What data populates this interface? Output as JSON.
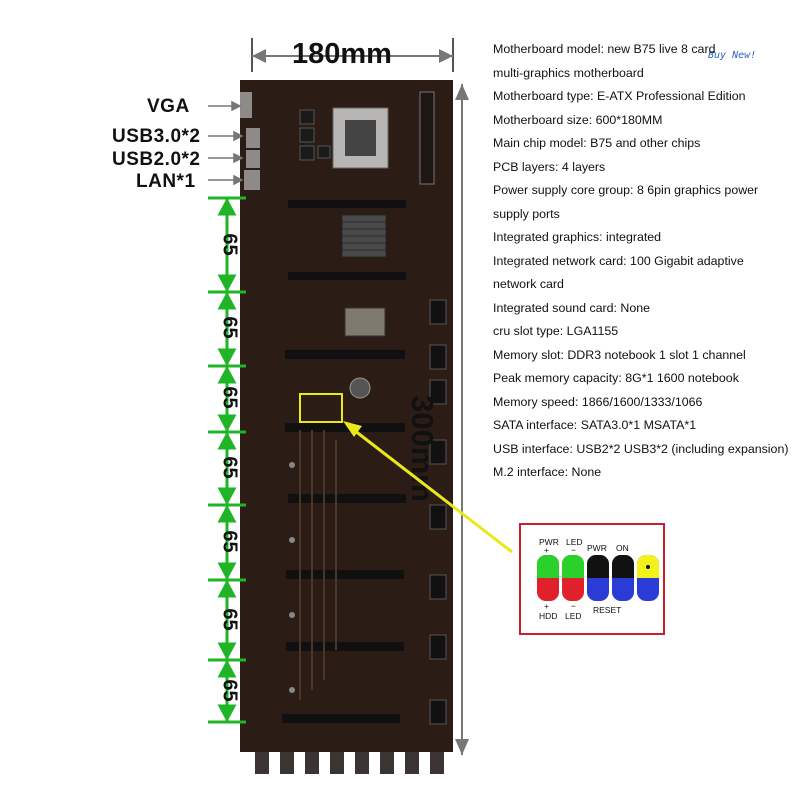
{
  "promo_label": "Buy  New!",
  "dimensions": {
    "width_label": "180mm",
    "height_label": "300mm",
    "slot_spacing_label": "65",
    "slot_spacing_count": 7
  },
  "ports": {
    "vga": "VGA",
    "usb3": "USB3.0*2",
    "usb2": "USB2.0*2",
    "lan": "LAN*1"
  },
  "specs": [
    "Motherboard model: new B75 live 8 card",
    "multi-graphics motherboard",
    "Motherboard type: E-ATX Professional Edition",
    "Motherboard size: 600*180MM",
    "Main chip model: B75 and other chips",
    "PCB layers: 4 layers",
    "Power supply core group: 8 6pin graphics power",
    "supply ports",
    "Integrated graphics: integrated",
    "Integrated network card: 100 Gigabit adaptive",
    "network card",
    "Integrated sound card: None",
    "cru slot type: LGA1155",
    "Memory slot: DDR3 notebook 1 slot 1 channel",
    "Peak memory capacity: 8G*1 1600 notebook",
    "Memory speed: 1866/1600/1333/1066",
    "SATA interface: SATA3.0*1 MSATA*1",
    "USB interface: USB2*2 USB3*2 (including expansion)",
    "M.2 interface: None"
  ],
  "front_panel": {
    "top_labels": [
      "PWR",
      "LED",
      "PWR",
      "ON"
    ],
    "top_signs": [
      "+",
      "−"
    ],
    "bottom_signs": [
      "+",
      "−"
    ],
    "bottom_labels": [
      "HDD",
      "LED",
      "RESET"
    ]
  },
  "colors": {
    "pcb": "#2b1d16",
    "arrow_green": "#1fb526",
    "callout_yellow": "#e8e81a",
    "inset_border": "#c8202a",
    "pin_green": "#2bd12b",
    "pin_blue": "#2a3bd6",
    "pin_red": "#e0202a",
    "pin_black": "#111111",
    "pin_yellow": "#f2f21a"
  }
}
